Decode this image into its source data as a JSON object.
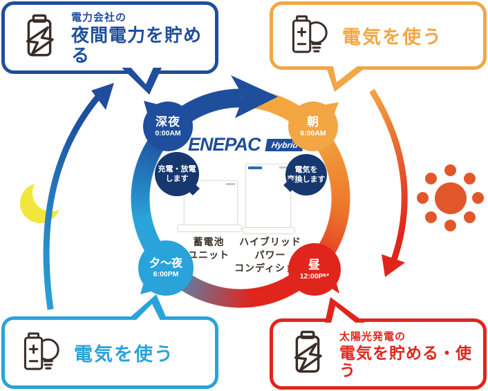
{
  "logo": {
    "name": "ENEPAC",
    "badge": "Hybrid"
  },
  "callouts": {
    "top_left": {
      "line1": "電力会社の",
      "line2": "夜間電力を貯める",
      "color": "#1e4e9c",
      "icon": "battery-charge-icon"
    },
    "top_right": {
      "line": "電気を使う",
      "color": "#f2a644",
      "icon": "battery-bulb-icon"
    },
    "bottom_left": {
      "line": "電気を使う",
      "color": "#29a3d9",
      "icon": "battery-bulb-icon"
    },
    "bottom_right": {
      "line1": "太陽光発電の",
      "line2": "電気を貯める・使う",
      "color": "#e0251c",
      "icon": "battery-charge-icon"
    }
  },
  "cycle": {
    "direction": "clockwise",
    "nodes": [
      {
        "label": "深夜",
        "time": "0:00AM",
        "color": "#1e4e9c"
      },
      {
        "label": "朝",
        "time": "6:00AM",
        "color": "#f2a644"
      },
      {
        "label": "昼",
        "time": "12:00PM",
        "color": "#e0251c"
      },
      {
        "label": "夕～夜",
        "time": "6:00PM",
        "color": "#29a3d9"
      }
    ]
  },
  "center": {
    "bubble_left": {
      "line1": "充電・放電",
      "line2": "します"
    },
    "bubble_right": {
      "line1": "電気を",
      "line2": "変換します"
    },
    "product_left": {
      "line1": "蓄電池",
      "line2": "ユニット"
    },
    "product_right": {
      "line1": "ハイブリッド",
      "line2": "パワー",
      "line3": "コンディショナ"
    }
  },
  "decor": {
    "left": "crescent-moon-icon",
    "right": "sun-icon",
    "moon_color": "#f1e73c",
    "sun_color": "#e2572a"
  }
}
